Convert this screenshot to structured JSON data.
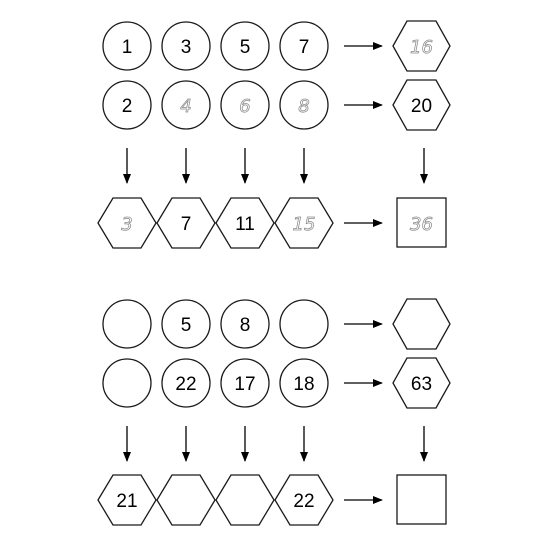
{
  "colors": {
    "ink": "#000000",
    "outline": "#1a1a1a",
    "pencil": "#8a8a8a"
  },
  "puzzle1": {
    "row1": [
      "1",
      "3",
      "5",
      "7"
    ],
    "row1_result": "16",
    "row2": [
      "2",
      "4",
      "6",
      "8"
    ],
    "row2_result": "20",
    "sums": [
      "3",
      "7",
      "11",
      "15"
    ],
    "total": "36"
  },
  "puzzle2": {
    "row1": [
      "",
      "5",
      "8",
      ""
    ],
    "row1_result": "",
    "row2": [
      "",
      "22",
      "17",
      "18"
    ],
    "row2_result": "63",
    "sums": [
      "21",
      "",
      "",
      "22"
    ],
    "total": ""
  }
}
